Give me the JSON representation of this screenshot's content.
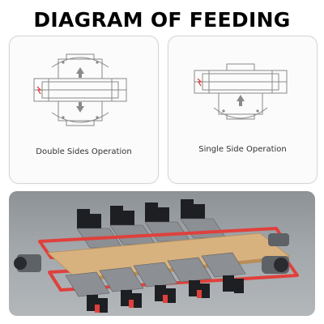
{
  "page": {
    "title": "DIAGRAM OF FEEDING"
  },
  "cards": [
    {
      "caption": "Double Sides Operation",
      "icon": "double-sides-feeding-diagram"
    },
    {
      "caption": "Single Side Operation",
      "icon": "single-side-feeding-diagram"
    }
  ],
  "photo": {
    "icon": "machine-3d-render"
  },
  "colors": {
    "belt_red": "#e0403c",
    "wood": "#d8b27e",
    "steel": "#8c8f93",
    "motor": "#1e1f22",
    "line_gray": "#8a8a8a",
    "warning_red": "#d9302c"
  }
}
